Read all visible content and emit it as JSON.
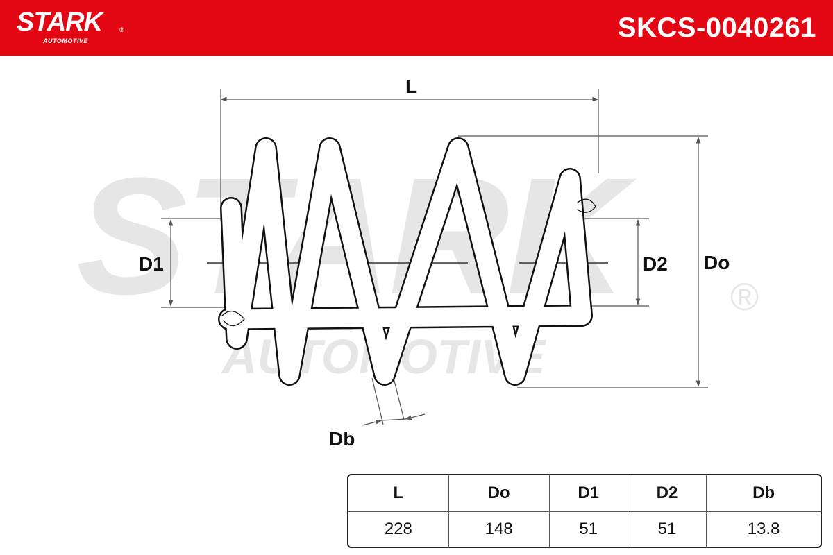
{
  "header": {
    "brand": "STARK",
    "brand_sub": "AUTOMOTIVE",
    "part_number": "SKCS-0040261",
    "background_color": "#e30613"
  },
  "watermark": {
    "main": "STARK",
    "sub": "AUTOMOTIVE",
    "color": "#e6e6e6"
  },
  "diagram": {
    "labels": {
      "length": "L",
      "outer_diameter": "Do",
      "inner_diameter_1": "D1",
      "inner_diameter_2": "D2",
      "wire_diameter": "Db"
    }
  },
  "specs": {
    "headers": [
      "L",
      "Do",
      "D1",
      "D2",
      "Db"
    ],
    "values": [
      "228",
      "148",
      "51",
      "51",
      "13.8"
    ]
  }
}
